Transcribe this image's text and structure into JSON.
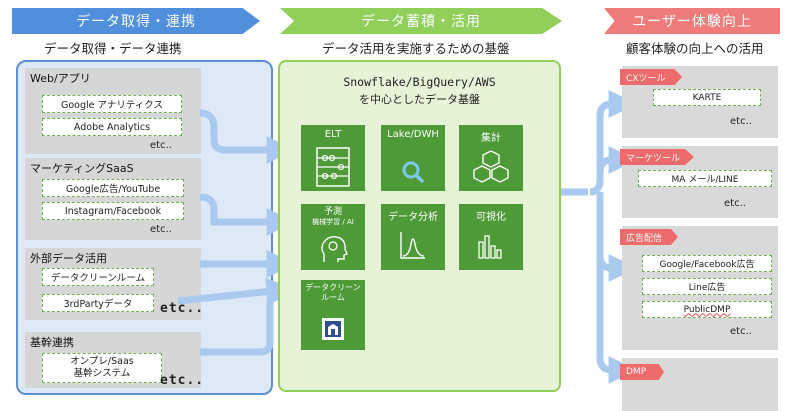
{
  "headers": {
    "acquire": "データ取得・連携",
    "store": "データ蓄積・活用",
    "ux": "ユーザー体験向上"
  },
  "subheads": {
    "acquire": "データ取得・データ連携",
    "store": "データ活用を実施するための基盤",
    "ux": "顧客体験の向上への活用"
  },
  "sources": {
    "web": {
      "title": "Web/アプリ",
      "items": [
        "Google アナリティクス",
        "Adobe Analytics"
      ],
      "etc": "etc.."
    },
    "marketing": {
      "title": "マーケティングSaaS",
      "items": [
        "Google広告/YouTube",
        "Instagram/Facebook"
      ],
      "etc": "etc.."
    },
    "external": {
      "title": "外部データ活用",
      "items": [
        "データクリーンルーム",
        "3rdPartyデータ"
      ],
      "etc": "etc.."
    },
    "core": {
      "title": "基幹連携",
      "item_line1": "オンプレ/Saas",
      "item_line2": "基幹システム",
      "etc": "etc.."
    }
  },
  "platform": {
    "title_line1": "Snowflake/BigQuery/AWS",
    "title_line2": "を中心としたデータ基盤",
    "tiles": {
      "elt": "ELT",
      "lake": "Lake/DWH",
      "aggregate": "集計",
      "predict_line1": "予測",
      "predict_line2": "機械学習 / AI",
      "analysis": "データ分析",
      "viz": "可視化",
      "cleanroom_line1": "データクリーン",
      "cleanroom_line2": "ルーム"
    }
  },
  "destinations": {
    "cx": {
      "tag": "CXツール",
      "items": [
        "KARTE"
      ],
      "etc": "etc.."
    },
    "mktool": {
      "tag": "マーケツール",
      "items": [
        "MA メール/LINE"
      ],
      "etc": "etc.."
    },
    "ads": {
      "tag": "広告配信",
      "items": [
        "Google/Facebook広告",
        "Line広告",
        "PublicDMP"
      ],
      "etc": "etc.."
    },
    "dmp": {
      "tag": "DMP"
    }
  },
  "colors": {
    "blue": "#4f8fdb",
    "green": "#8fcf5a",
    "dark_green": "#4e9a37",
    "red": "#ef7b7b",
    "arrow": "#a9c9ef"
  }
}
